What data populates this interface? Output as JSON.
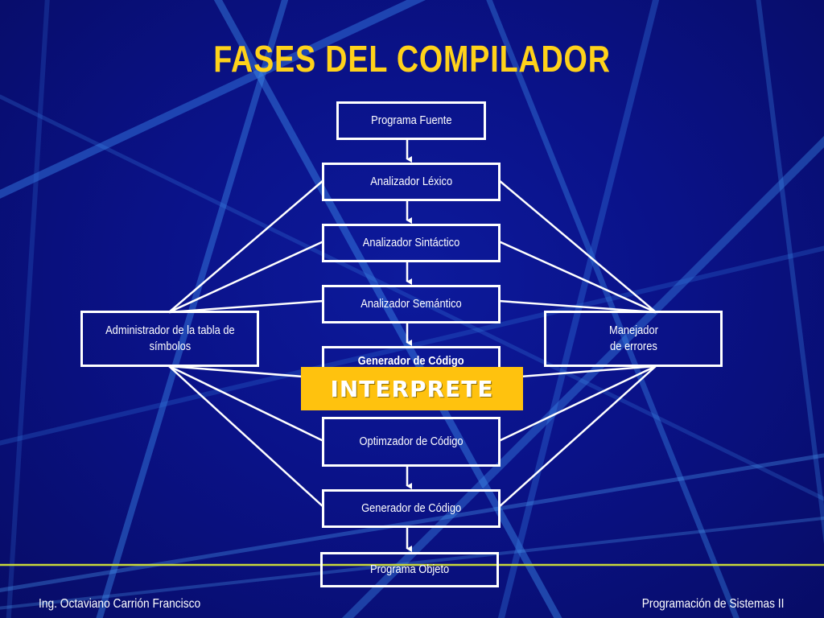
{
  "slide": {
    "title": "FASES DEL COMPILADOR",
    "banner": "INTERPRETE",
    "footer_left": "Ing. Octaviano Carrión Francisco",
    "footer_right": "Programación de Sistemas II"
  },
  "flow": {
    "programa_fuente": "Programa Fuente",
    "analizador_lexico": "Analizador Léxico",
    "analizador_sintactico": "Analizador Sintáctico",
    "analizador_semantico": "Analizador Semántico",
    "generador_intermedio": "Generador de Código",
    "optimizador": "Optimzador de Código",
    "generador_codigo": "Generador de Código",
    "programa_objeto": "Programa Objeto"
  },
  "side": {
    "tabla_simbolos": "Administrador de la tabla de\nsímbolos",
    "manejador_errores": "Manejador\nde errores"
  },
  "colors": {
    "background": "#0a1288",
    "title": "#ffd21a",
    "banner": "#ffc20e",
    "box_border": "#ffffff"
  }
}
